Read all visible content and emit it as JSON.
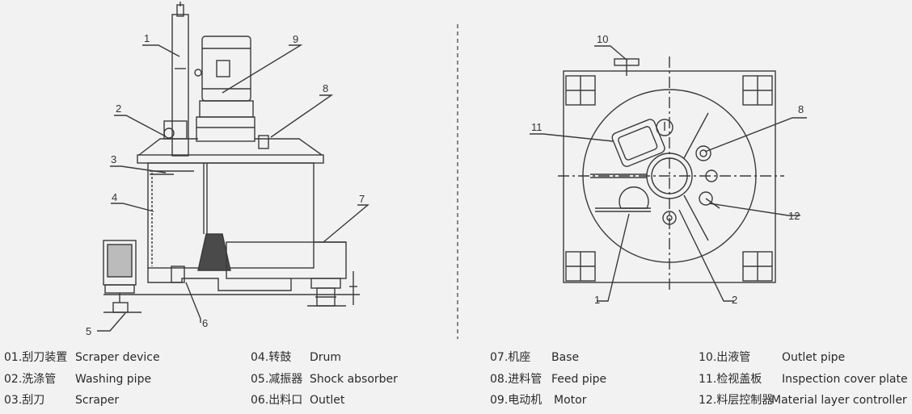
{
  "callouts": {
    "side": [
      "1",
      "2",
      "3",
      "4",
      "5",
      "6",
      "7",
      "8",
      "9"
    ],
    "top": [
      "10",
      "11",
      "8",
      "12",
      "1",
      "2"
    ]
  },
  "legend": [
    {
      "num": "01.刮刀装置",
      "en": "Scraper device"
    },
    {
      "num": "02.洗涤管",
      "en": "Washing pipe"
    },
    {
      "num": "03.刮刀",
      "en": "Scraper"
    },
    {
      "num": "04.转鼓",
      "en": "Drum"
    },
    {
      "num": "05.减振器",
      "en": "Shock absorber"
    },
    {
      "num": "06.出料口",
      "en": "Outlet"
    },
    {
      "num": "07.机座",
      "en": "Base"
    },
    {
      "num": "08.进料管",
      "en": "Feed pipe"
    },
    {
      "num": "09.电动机",
      "en": "Motor"
    },
    {
      "num": "10.出液管",
      "en": "Outlet pipe"
    },
    {
      "num": "11.检视盖板",
      "en": "Inspection cover plate"
    },
    {
      "num": "12.料层控制器",
      "en": "Material layer controller"
    }
  ]
}
